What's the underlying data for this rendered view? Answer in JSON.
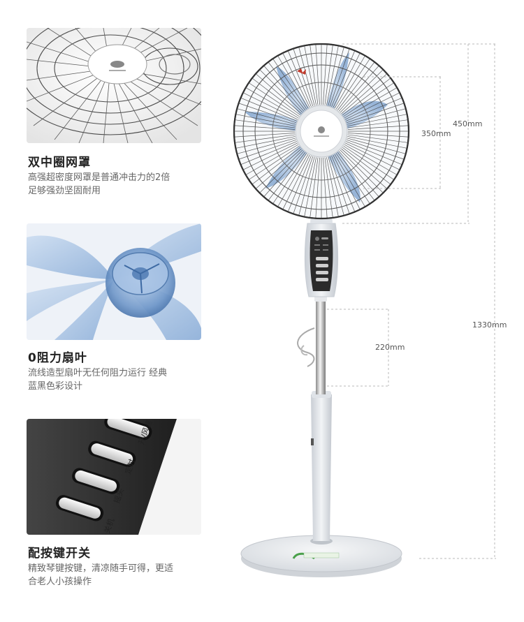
{
  "features": [
    {
      "title": "双中圈网罩",
      "desc_line1": "高强超密度网罩是普通冲击力的2倍",
      "desc_line2": "足够强劲坚固耐用"
    },
    {
      "title": "0阻力扇叶",
      "desc_line1": "流线造型扇叶无任何阻力运行  经典",
      "desc_line2": "蓝黑色彩设计"
    },
    {
      "title": "配按键开关",
      "desc_line1": "精致琴键按键，清凉随手可得，更适",
      "desc_line2": "合老人小孩操作"
    }
  ],
  "button_labels": {
    "power_wind": "开/风速",
    "timer": "定时",
    "swing": "摇头",
    "off": "关机"
  },
  "dimensions": {
    "height_total": "1330mm",
    "grill_outer": "450mm",
    "grill_inner": "350mm",
    "pole": "220mm"
  },
  "colors": {
    "blade_blue": "#9fbfe2",
    "panel_dark": "#2b2b2b",
    "body_grey": "#dfe3e8"
  }
}
